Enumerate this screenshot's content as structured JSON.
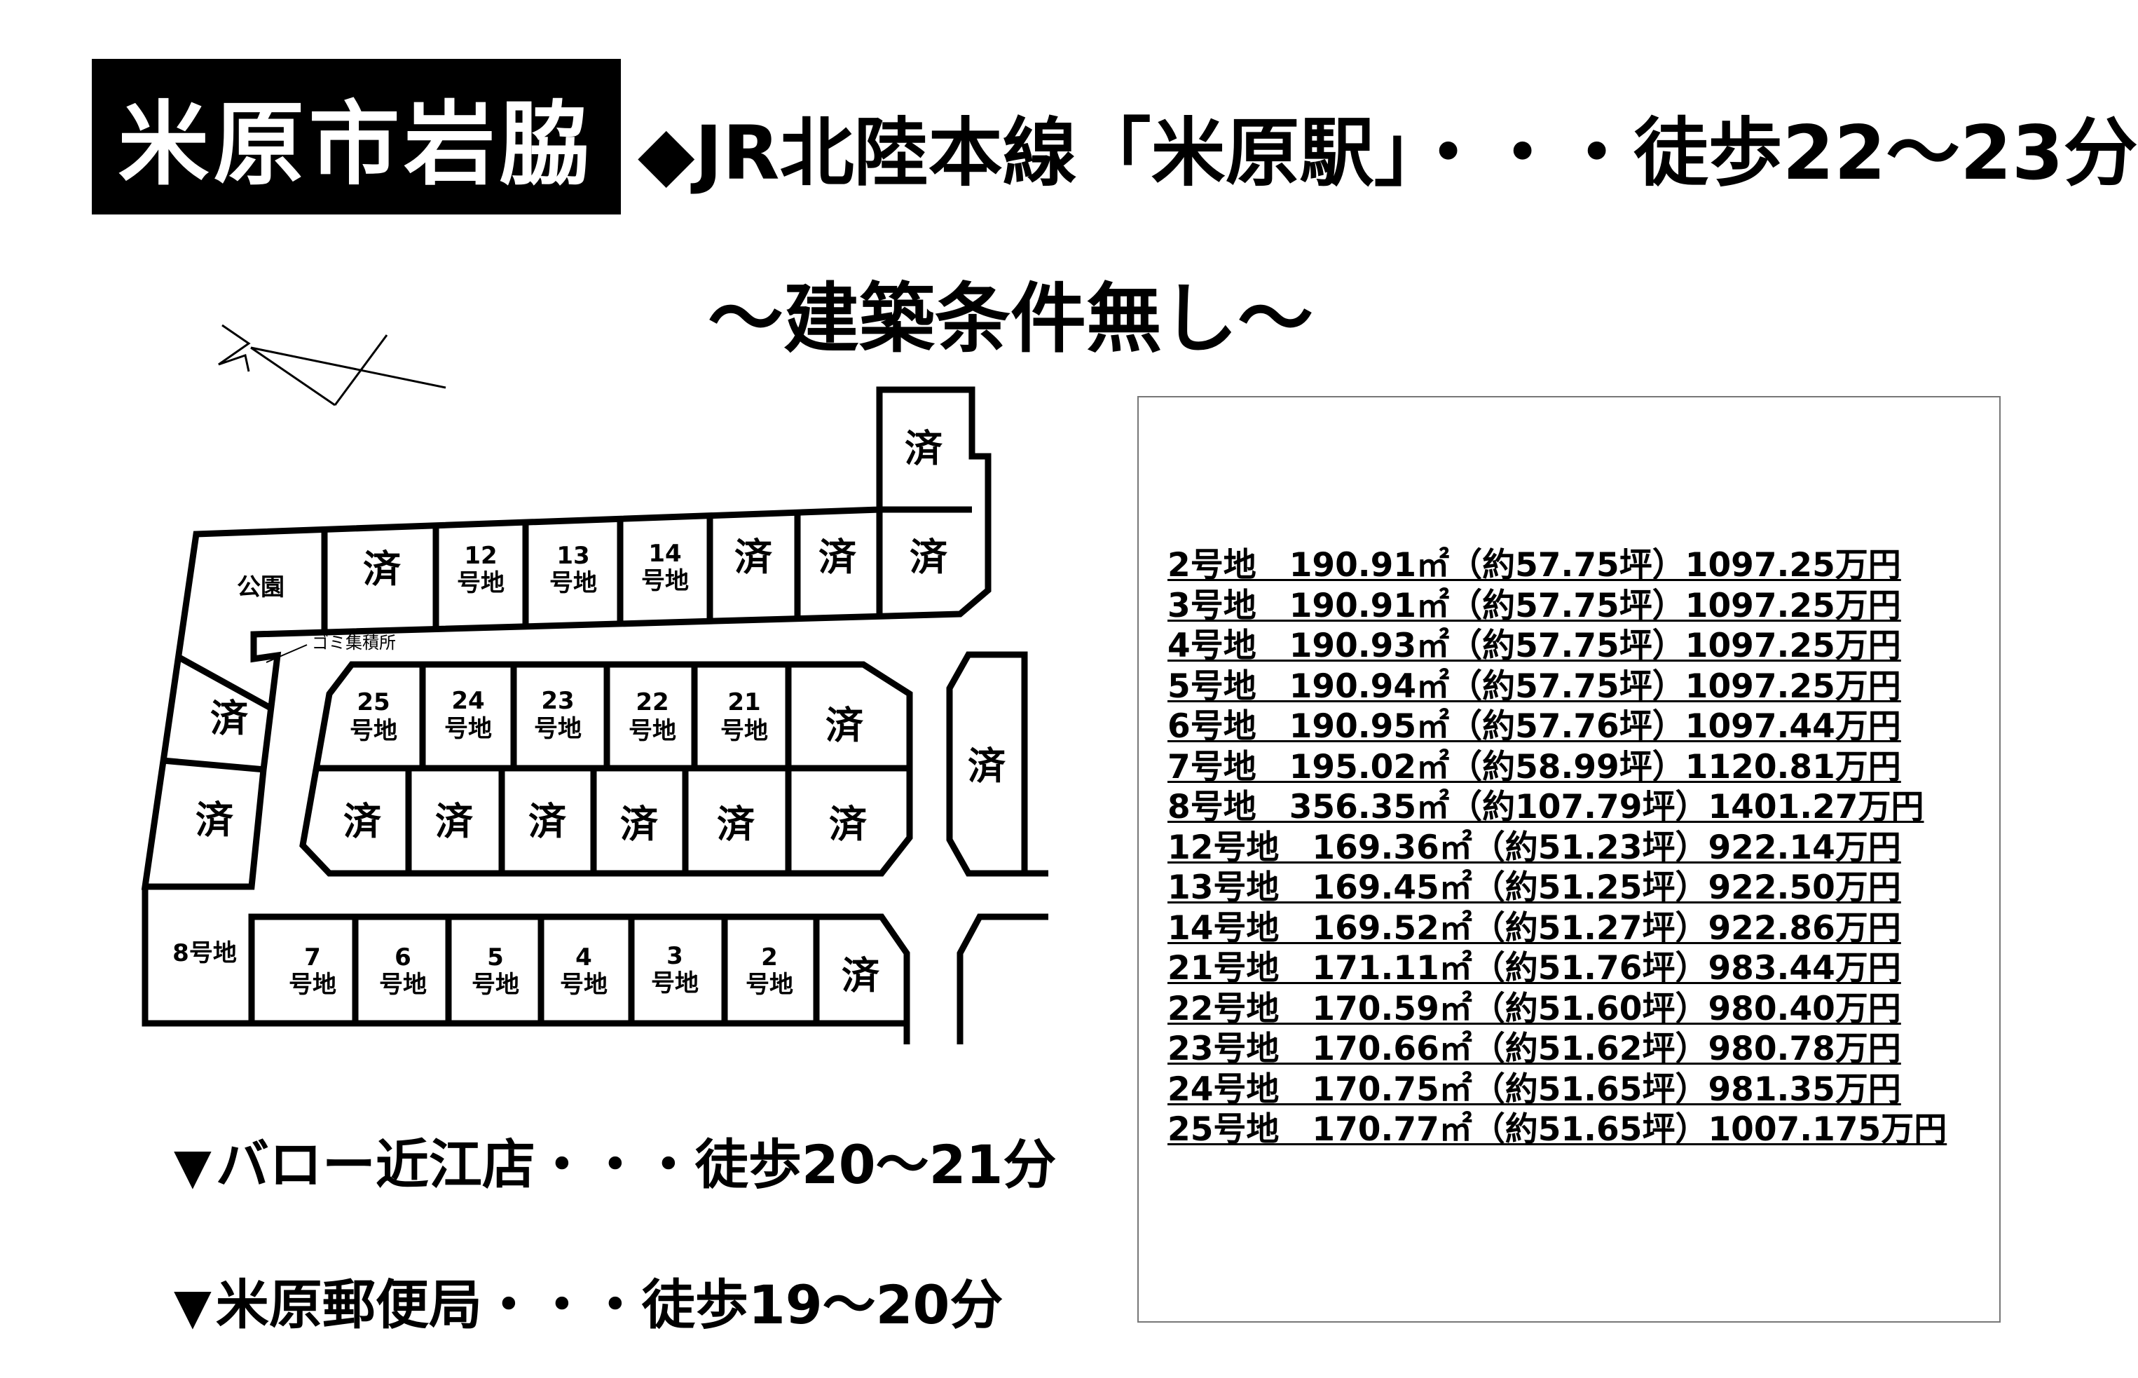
{
  "header": {
    "location": "米原市岩脇",
    "access": "◆JR北陸本線「米原駅」・・・徒歩22～23分",
    "condition": "～建築条件無し～"
  },
  "map": {
    "park_label": "公園",
    "garbage_label": "ゴミ集積所",
    "sold_label": "済",
    "lot_suffix": "号地",
    "lot8_label": "8号地",
    "lots": {
      "l2": "2",
      "l3": "3",
      "l4": "4",
      "l5": "5",
      "l6": "6",
      "l7": "7",
      "l12": "12",
      "l13": "13",
      "l14": "14",
      "l21": "21",
      "l22": "22",
      "l23": "23",
      "l24": "24",
      "l25": "25"
    }
  },
  "nearby": [
    "バロー近江店・・・徒歩20～21分",
    "米原郵便局・・・徒歩19～20分"
  ],
  "nearby_marker": "▼",
  "prices": [
    "2号地　190.91㎡（約57.75坪）1097.25万円",
    "3号地　190.91㎡（約57.75坪）1097.25万円",
    "4号地　190.93㎡（約57.75坪）1097.25万円",
    "5号地　190.94㎡（約57.75坪）1097.25万円",
    "6号地　190.95㎡（約57.76坪）1097.44万円",
    "7号地　195.02㎡（約58.99坪）1120.81万円",
    "8号地　356.35㎡（約107.79坪）1401.27万円",
    "12号地　169.36㎡（約51.23坪）922.14万円",
    "13号地　169.45㎡（約51.25坪）922.50万円",
    "14号地　169.52㎡（約51.27坪）922.86万円",
    "21号地　171.11㎡（約51.76坪）983.44万円",
    "22号地　170.59㎡（約51.60坪）980.40万円",
    "23号地　170.66㎡（約51.62坪）980.78万円",
    "24号地　170.75㎡（約51.65坪）981.35万円",
    "25号地　170.77㎡（約51.65坪）1007.175万円"
  ]
}
